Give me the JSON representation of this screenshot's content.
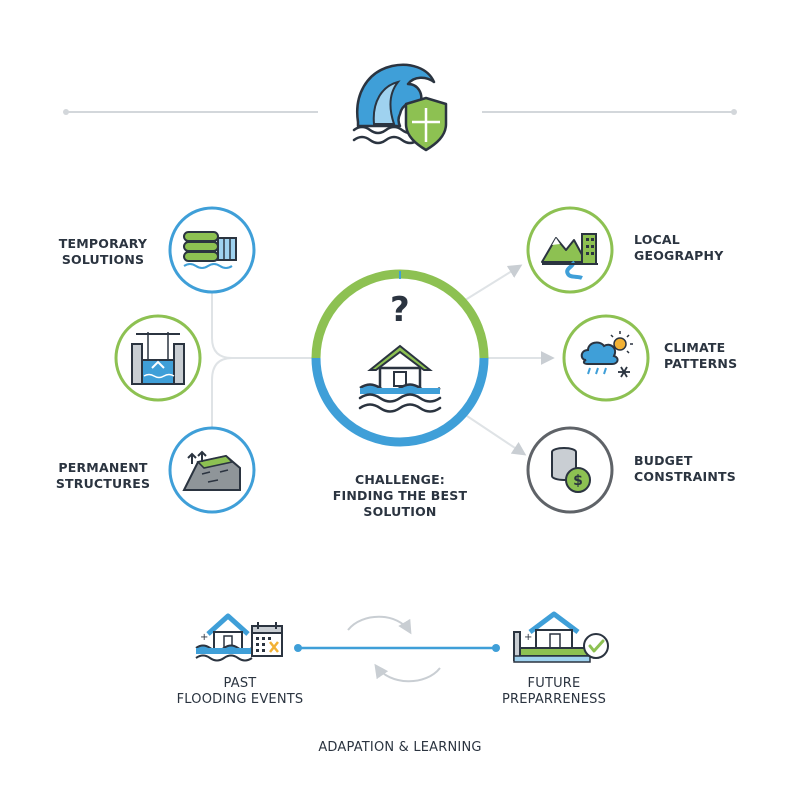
{
  "left_items": [
    {
      "lines": [
        "TEMPORARY",
        "SOLUTIONS"
      ],
      "icon": "sandbag-barrier-icon"
    },
    {
      "lines": [],
      "icon": "floodgate-icon"
    },
    {
      "lines": [
        "PERMANENT",
        "STRUCTURES"
      ],
      "icon": "levee-embankment-icon"
    }
  ],
  "center": {
    "symbol": "?",
    "lines": [
      "CHALLENGE:",
      "FINDING THE BEST",
      "SOLUTION"
    ],
    "icon": "flooded-house-icon"
  },
  "right_items": [
    {
      "lines": [
        "LOCAL",
        "GEOGRAPHY"
      ],
      "icon": "landscape-city-icon"
    },
    {
      "lines": [
        "CLIMATE",
        "PATTERNS"
      ],
      "icon": "weather-icon"
    },
    {
      "lines": [
        "BUDGET",
        "CONSTRAINTS"
      ],
      "icon": "coins-dollar-icon"
    }
  ],
  "bottom": {
    "past": {
      "lines": [
        "PAST",
        "FLOODING EVENTS"
      ],
      "icon": "flood-calendar-icon"
    },
    "future": {
      "lines": [
        "FUTURE",
        "PREPARRENESS"
      ],
      "icon": "protected-house-icon"
    },
    "caption": "ADAPATION & LEARNING"
  },
  "header_icon": "wave-shield-icon",
  "colors": {
    "blue": "#3f9fd8",
    "green": "#8dc152",
    "gray": "#5f6368",
    "text": "#2b3440"
  }
}
